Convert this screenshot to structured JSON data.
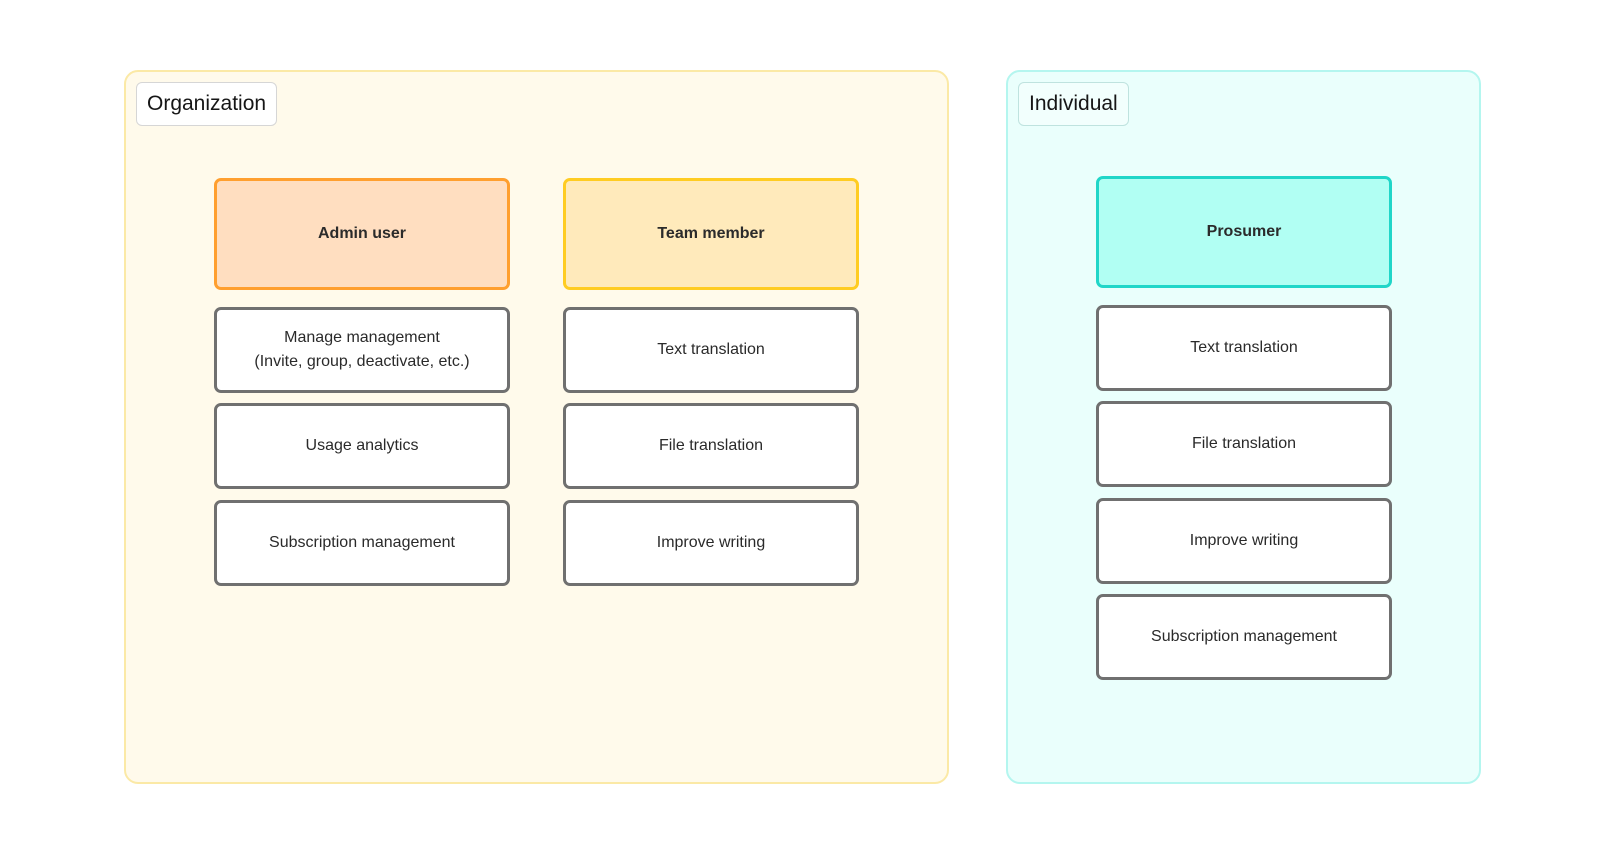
{
  "groups": {
    "organization": {
      "label": "Organization",
      "columns": [
        {
          "header": "Admin user",
          "items": [
            "Manage management\n(Invite, group, deactivate, etc.)",
            "Usage analytics",
            "Subscription management"
          ]
        },
        {
          "header": "Team member",
          "items": [
            "Text translation",
            "File translation",
            "Improve writing"
          ]
        }
      ]
    },
    "individual": {
      "label": "Individual",
      "columns": [
        {
          "header": "Prosumer",
          "items": [
            "Text translation",
            "File translation",
            "Improve writing",
            "Subscription management"
          ]
        }
      ]
    }
  },
  "colors": {
    "organization_bg": "#fffaeb",
    "individual_bg": "#eafffc",
    "admin_fill": "#ffdec0",
    "admin_border": "#ff9f2f",
    "team_fill": "#ffeabb",
    "team_border": "#ffcc22",
    "prosumer_fill": "#b1fff3",
    "prosumer_border": "#20d6c8",
    "item_border": "#707070"
  }
}
